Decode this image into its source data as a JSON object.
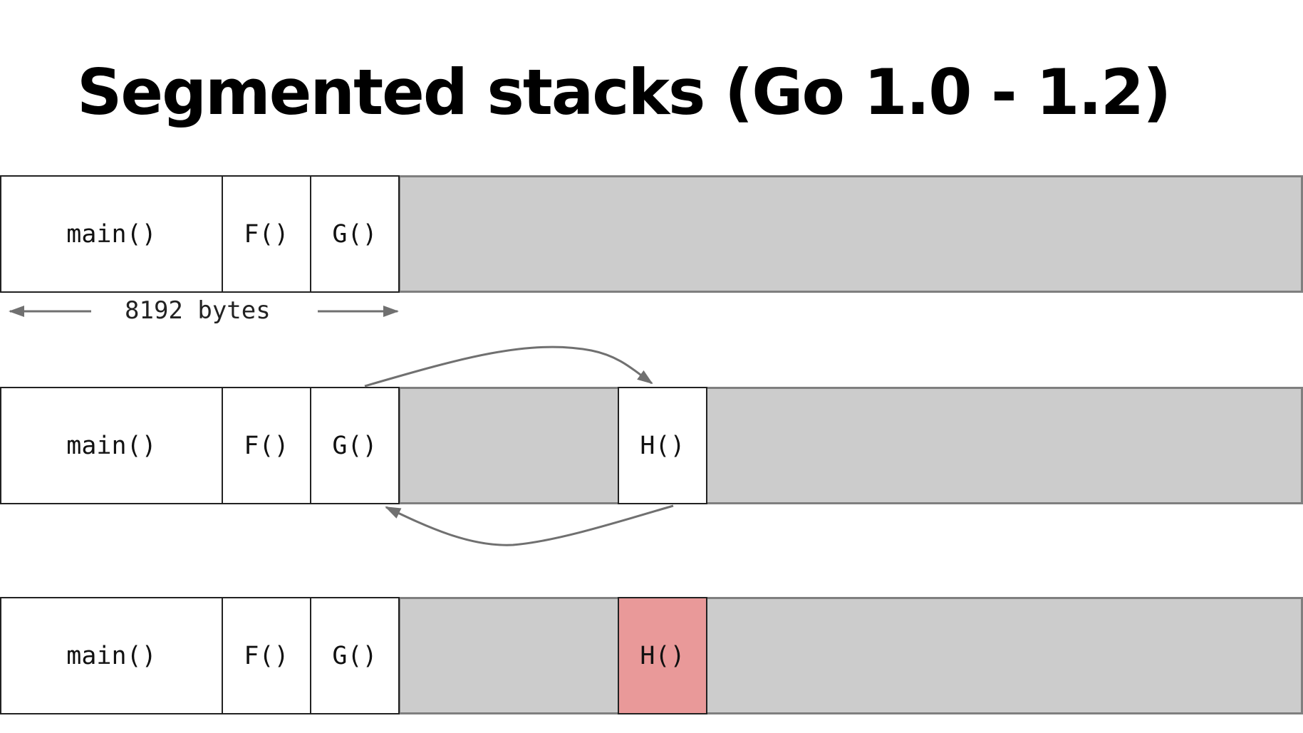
{
  "slide": {
    "title": "Segmented stacks (Go 1.0 - 1.2)"
  },
  "rows": [
    {
      "frames": {
        "main": "main()",
        "f": "F()",
        "g": "G()"
      }
    },
    {
      "frames": {
        "main": "main()",
        "f": "F()",
        "g": "G()",
        "h": "H()"
      }
    },
    {
      "frames": {
        "main": "main()",
        "f": "F()",
        "g": "G()",
        "h": "H()"
      }
    }
  ],
  "stack_size_label": "8192 bytes",
  "colors": {
    "used_frame": "#ffffff",
    "free_space": "#cccccc",
    "overflow_frame": "#e99999",
    "arrow": "#707070"
  }
}
